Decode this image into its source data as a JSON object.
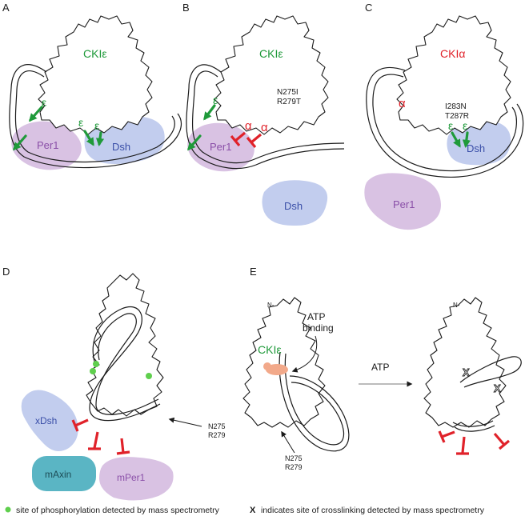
{
  "panels": {
    "a": {
      "letter": "A",
      "kinase": "CKIε",
      "eps": "ε",
      "per": "Per1",
      "dsh": "Dsh"
    },
    "b": {
      "letter": "B",
      "kinase": "CKIε",
      "eps": "ε",
      "alpha": "α",
      "mut1": "N275I",
      "mut2": "R279T",
      "per": "Per1",
      "dsh": "Dsh"
    },
    "c": {
      "letter": "C",
      "kinase": "CKIα",
      "eps": "ε",
      "alpha": "α",
      "mut1": "I283N",
      "mut2": "T287R",
      "per": "Per1",
      "dsh": "Dsh"
    },
    "d": {
      "letter": "D",
      "xdsh": "xDsh",
      "maxin": "mAxin",
      "mper": "mPer1",
      "site1": "N275",
      "site2": "R279"
    },
    "e": {
      "letter": "E",
      "nterm": "N-",
      "kinase": "CKIε",
      "atp1": "ATP",
      "atp2": "binding",
      "site1": "N275",
      "site2": "R279",
      "atp_arrow": "ATP",
      "xmark": "X"
    }
  },
  "legend": {
    "phospho": "site of phosphorylation detected by mass spectrometry",
    "x_symbol": "X",
    "crosslink": "indicates site of crosslinking detected by mass spectrometry"
  },
  "colors": {
    "epsilon_green": "#1f9a3a",
    "alpha_red": "#e0222a",
    "per1_lilac": "#d9c2e3",
    "dsh_blue": "#c2cdee",
    "maxin_teal": "#5ab5c4",
    "atp_salmon": "#f2a98a",
    "phospho_dot": "#5fcf4d"
  }
}
